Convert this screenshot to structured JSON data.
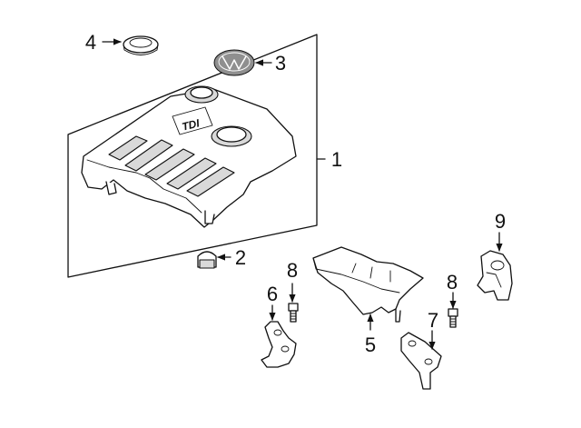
{
  "callouts": {
    "c1": "1",
    "c2": "2",
    "c3": "3",
    "c4": "4",
    "c5": "5",
    "c6": "6",
    "c7": "7",
    "c8a": "8",
    "c8b": "8",
    "c9": "9"
  },
  "cover_badge": "TDI"
}
